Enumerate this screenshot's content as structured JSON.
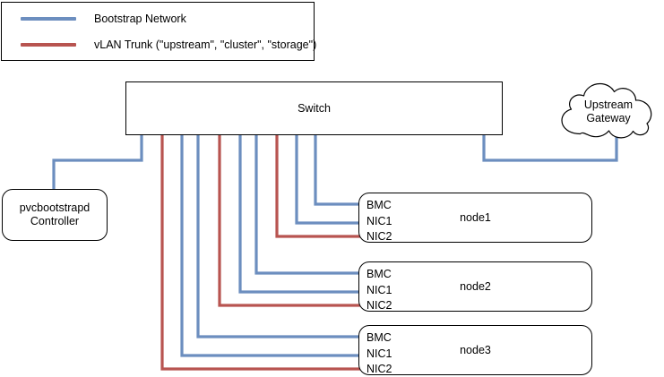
{
  "colors": {
    "bootstrap_network": "#6c8ebf",
    "vlan_trunk": "#b85450",
    "stroke": "#000000",
    "background": "#ffffff"
  },
  "legend": {
    "items": [
      {
        "swatch": "bootstrap-network-swatch",
        "label": "Bootstrap Network",
        "color": "#6c8ebf"
      },
      {
        "swatch": "vlan-trunk-swatch",
        "label": "vLAN Trunk (\"upstream\", \"cluster\", \"storage\")",
        "color": "#b85450"
      }
    ]
  },
  "switch": {
    "label": "Switch"
  },
  "controller": {
    "line1": "pvcbootstrapd",
    "line2": "Controller"
  },
  "upstream": {
    "line1": "Upstream",
    "line2": "Gateway"
  },
  "ports": {
    "bmc": "BMC",
    "nic1": "NIC1",
    "nic2": "NIC2"
  },
  "nodes": [
    {
      "name": "node1",
      "ports": {
        "bmc": "BMC",
        "nic1": "NIC1",
        "nic2": "NIC2"
      },
      "links": [
        {
          "port": "BMC",
          "net": "Bootstrap Network",
          "color": "#6c8ebf"
        },
        {
          "port": "NIC1",
          "net": "Bootstrap Network",
          "color": "#6c8ebf"
        },
        {
          "port": "NIC2",
          "net": "vLAN Trunk",
          "color": "#b85450"
        }
      ]
    },
    {
      "name": "node2",
      "ports": {
        "bmc": "BMC",
        "nic1": "NIC1",
        "nic2": "NIC2"
      },
      "links": [
        {
          "port": "BMC",
          "net": "Bootstrap Network",
          "color": "#6c8ebf"
        },
        {
          "port": "NIC1",
          "net": "Bootstrap Network",
          "color": "#6c8ebf"
        },
        {
          "port": "NIC2",
          "net": "vLAN Trunk",
          "color": "#b85450"
        }
      ]
    },
    {
      "name": "node3",
      "ports": {
        "bmc": "BMC",
        "nic1": "NIC1",
        "nic2": "NIC2"
      },
      "links": [
        {
          "port": "BMC",
          "net": "Bootstrap Network",
          "color": "#6c8ebf"
        },
        {
          "port": "NIC1",
          "net": "Bootstrap Network",
          "color": "#6c8ebf"
        },
        {
          "port": "NIC2",
          "net": "vLAN Trunk",
          "color": "#b85450"
        }
      ]
    }
  ]
}
